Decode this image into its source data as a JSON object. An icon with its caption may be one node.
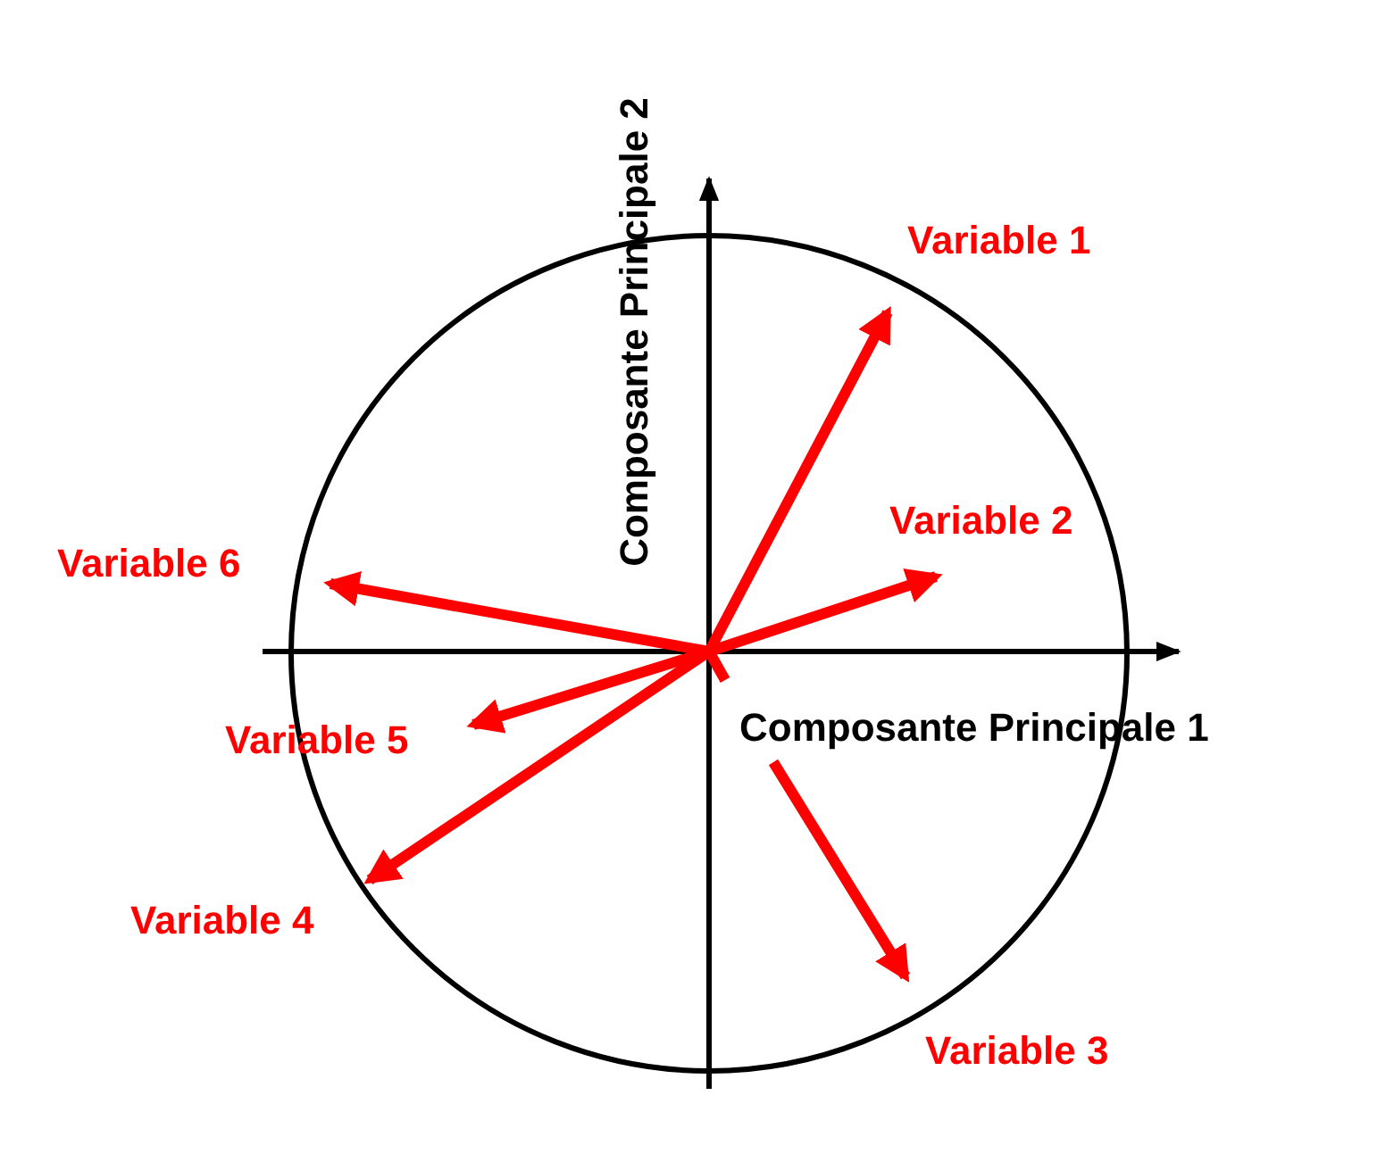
{
  "diagram": {
    "labels": [
      "Composante Principale 2",
      "Variable 1",
      "Variable 2",
      "Variable 6",
      "Composante Principale 1",
      "Variable 5",
      "Variable 4",
      "Variable 3"
    ]
  }
}
